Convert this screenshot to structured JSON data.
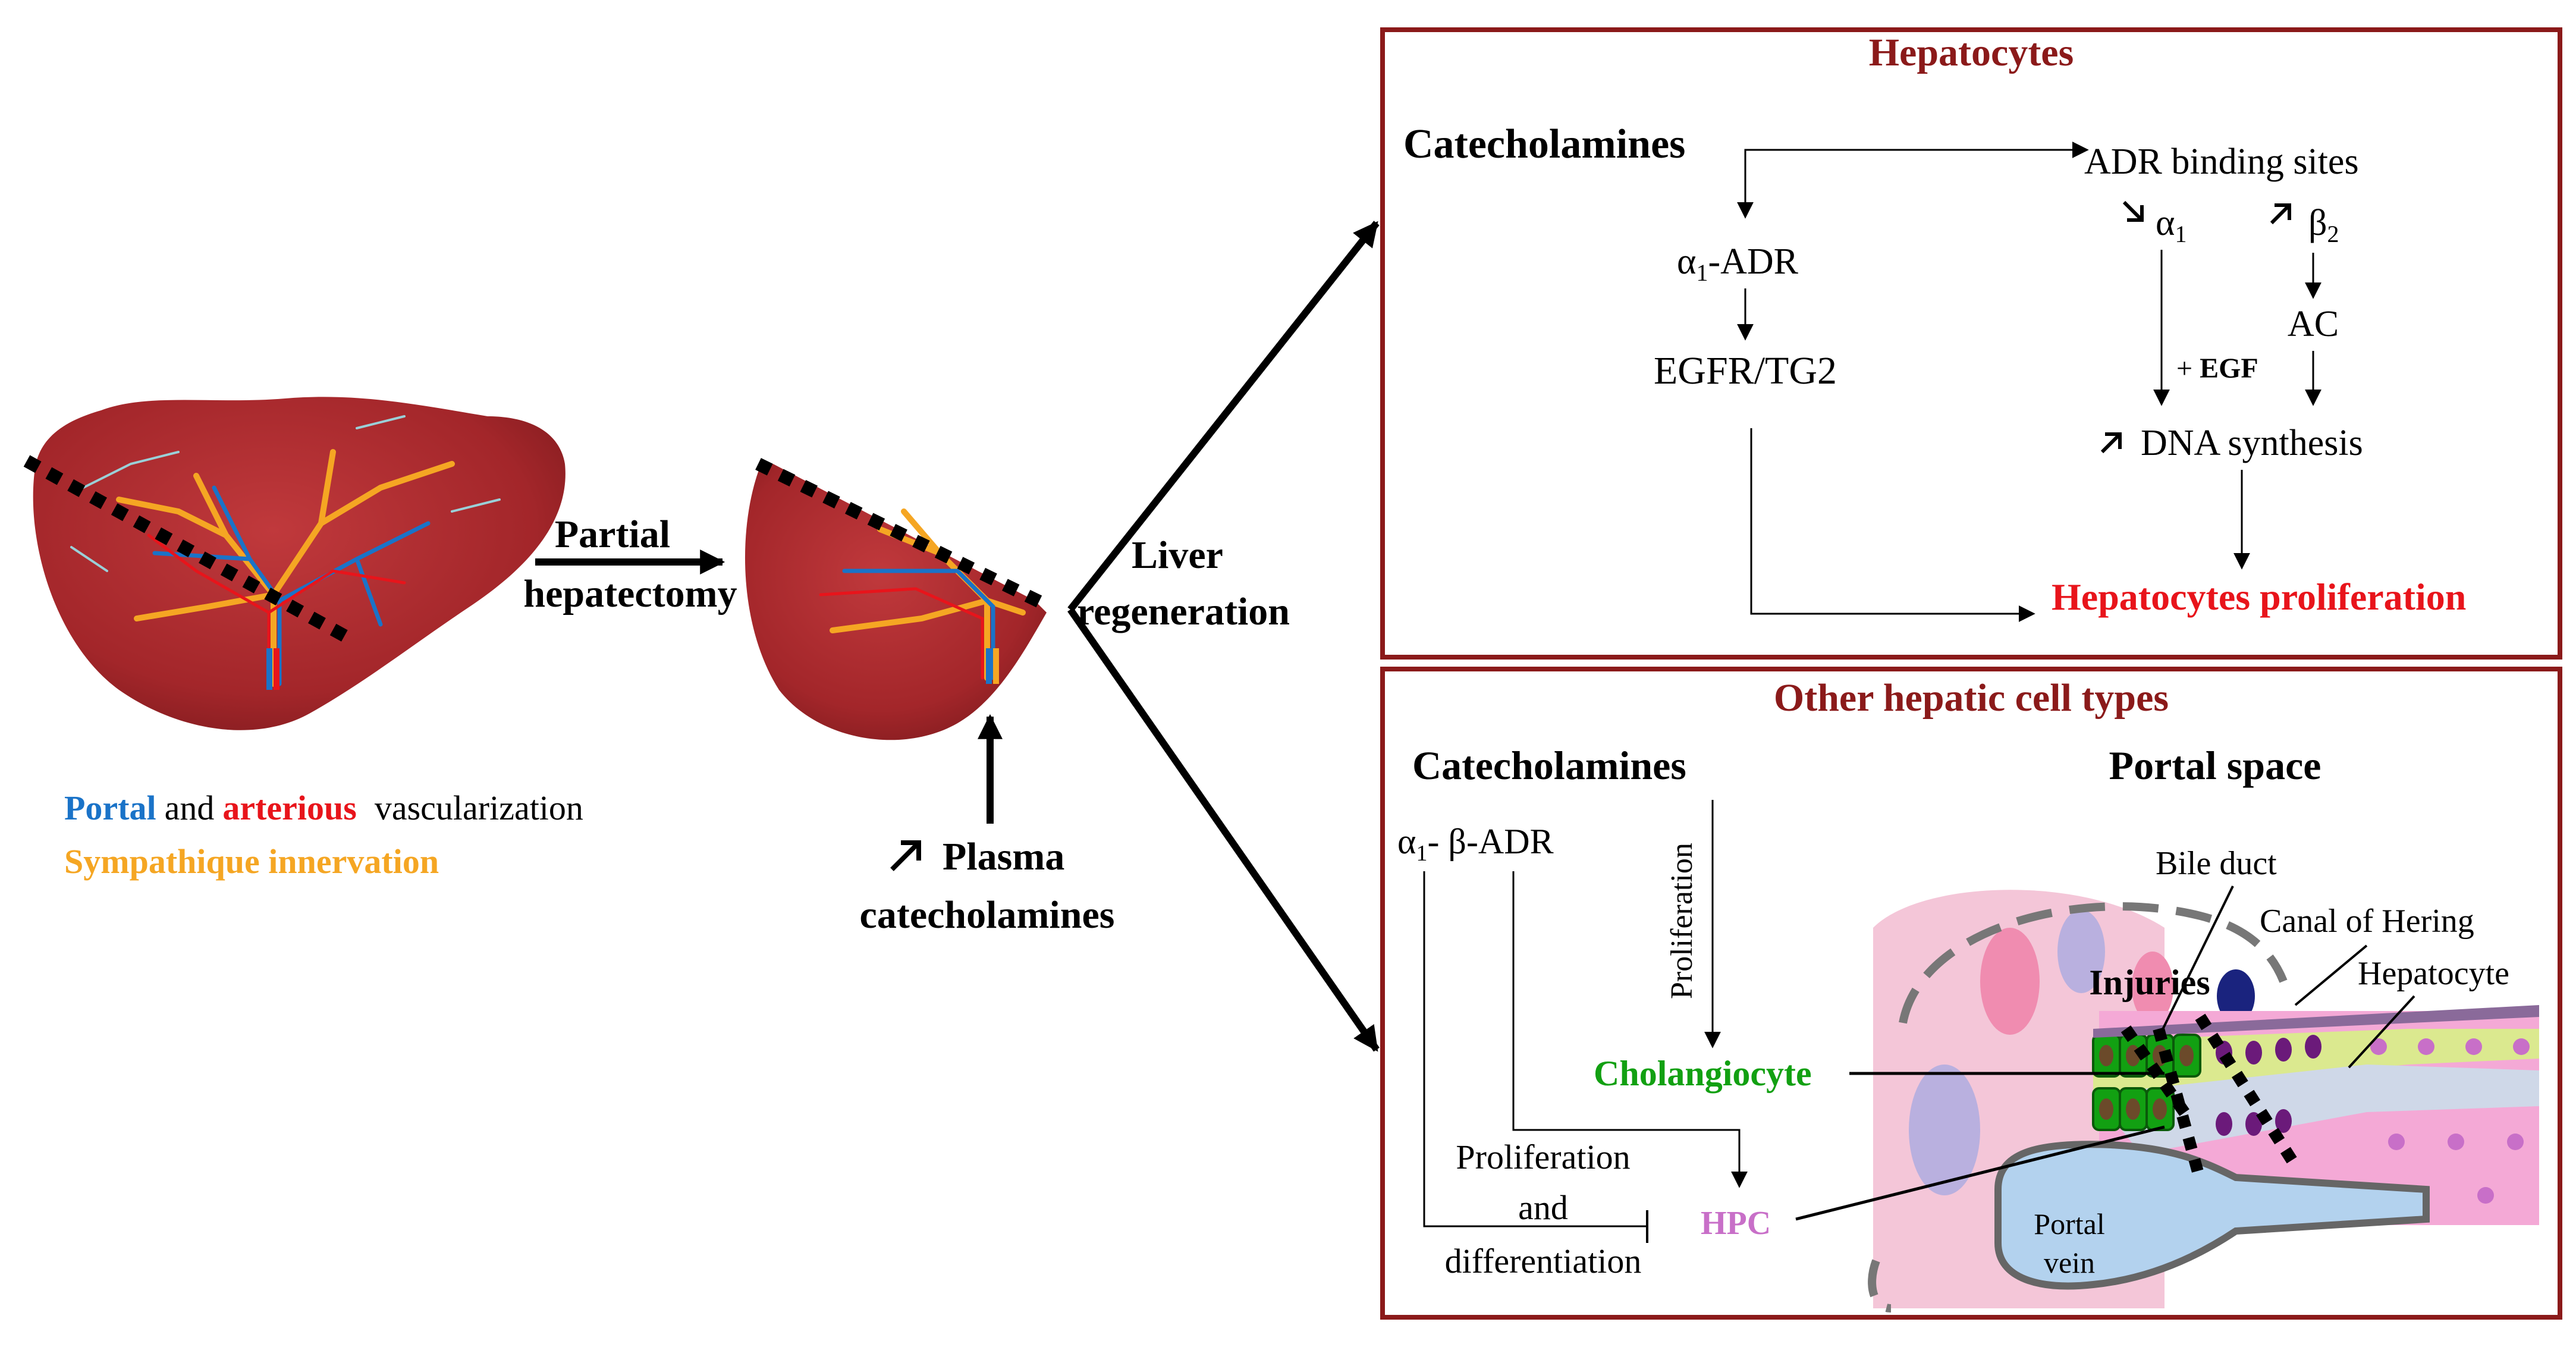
{
  "left": {
    "partial_hepatectomy": [
      "Partial",
      "hepatectomy"
    ],
    "legend": {
      "portal": "Portal",
      "and": "and",
      "arterious": "arterious",
      "vascularization": "vascularization",
      "sympathique": "Sympathique innervation"
    },
    "plasma": [
      "Plasma",
      "catecholamines"
    ],
    "liver_regeneration": [
      "Liver",
      "regeneration"
    ]
  },
  "hepatocytes_panel": {
    "title": "Hepatocytes",
    "catecholamines": "Catecholamines",
    "adr_binding_sites": "ADR binding sites",
    "alpha1": "α",
    "alpha1_sub": "1",
    "beta2": "β",
    "beta2_sub": "2",
    "alpha1_adr": "α",
    "alpha1_adr_sub": "1",
    "alpha1_adr_suffix": "-ADR",
    "egfr": "EGFR/TG2",
    "ac": "AC",
    "plus_egf_plus": "+ ",
    "plus_egf": "EGF",
    "dna_synthesis": "DNA synthesis",
    "proliferation": "Hepatocytes proliferation"
  },
  "other_panel": {
    "title": "Other hepatic cell types",
    "catecholamines": "Catecholamines",
    "portal_space": "Portal space",
    "alpha_beta": "α",
    "alpha_beta_sub": "1",
    "alpha_beta_suffix": "- β-ADR",
    "proliferation_vertical": "Proliferation",
    "cholangiocyte": "Cholangiocyte",
    "hpc": "HPC",
    "prolif_diff": [
      "Proliferation",
      "and",
      "differentiation"
    ],
    "bile_duct": "Bile duct",
    "canal_of_hering": "Canal of Hering",
    "hepatocyte": "Hepatocyte",
    "injuries": "Injuries",
    "portal_vein": [
      "Portal",
      "vein"
    ]
  },
  "colors": {
    "panel_border": "#8b1a1a",
    "title": "#8b1a1a",
    "red_text": "#e8141b",
    "portal_blue": "#1a73c8",
    "artery_red": "#e8141b",
    "nerve_orange": "#f5a623",
    "cholangiocyte_green": "#12a012",
    "hpc_purple": "#c86fc8",
    "liver": "#a3262a"
  }
}
